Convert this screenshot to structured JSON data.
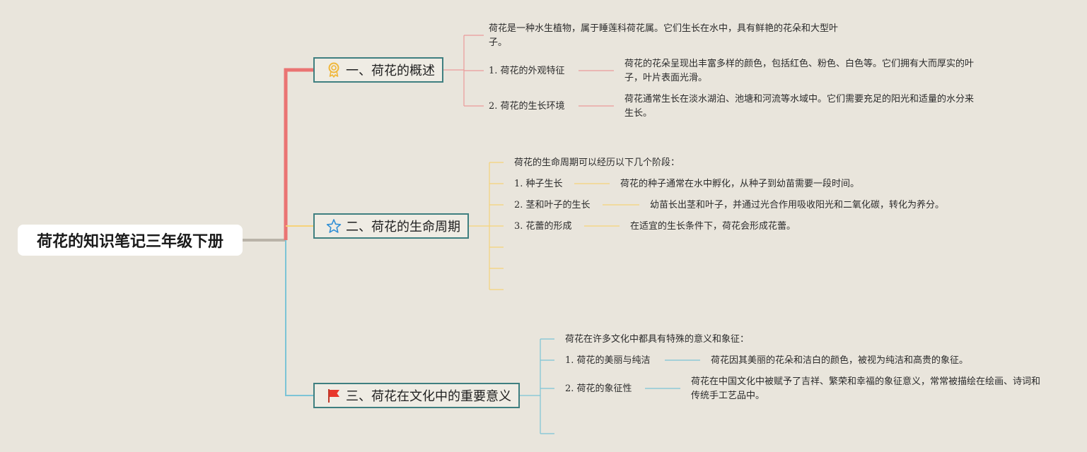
{
  "root": {
    "title": "荷花的知识笔记三年级下册"
  },
  "branches": [
    {
      "title": "一、荷花的概述",
      "icon": "award-ribbon-icon",
      "color": "#ea7473",
      "intro": "荷花是一种水生植物，属于睡莲科荷花属。它们生长在水中，具有鲜艳的花朵和大型叶子。",
      "items": [
        {
          "label": "1. 荷花的外观特征",
          "detail": "荷花的花朵呈现出丰富多样的颜色，包括红色、粉色、白色等。它们拥有大而厚实的叶子，叶片表面光滑。"
        },
        {
          "label": "2. 荷花的生长环境",
          "detail": "荷花通常生长在淡水湖泊、池塘和河流等水域中。它们需要充足的阳光和适量的水分来生长。"
        }
      ]
    },
    {
      "title": "二、荷花的生命周期",
      "icon": "star-icon",
      "color": "#f6d37a",
      "intro": "荷花的生命周期可以经历以下几个阶段：",
      "items": [
        {
          "label": "1. 种子生长",
          "detail": "荷花的种子通常在水中孵化，从种子到幼苗需要一段时间。"
        },
        {
          "label": "2. 茎和叶子的生长",
          "detail": "幼苗长出茎和叶子，并通过光合作用吸收阳光和二氧化碳，转化为养分。"
        },
        {
          "label": "3. 花蕾的形成",
          "detail": "在适宜的生长条件下，荷花会形成花蕾。"
        }
      ]
    },
    {
      "title": "三、荷花在文化中的重要意义",
      "icon": "red-flag-icon",
      "color": "#7cc4d6",
      "intro": "荷花在许多文化中都具有特殊的意义和象征：",
      "items": [
        {
          "label": "1. 荷花的美丽与纯洁",
          "detail": "荷花因其美丽的花朵和洁白的颜色，被视为纯洁和高贵的象征。"
        },
        {
          "label": "2. 荷花的象征性",
          "detail": "荷花在中国文化中被赋予了吉祥、繁荣和幸福的象征意义，常常被描绘在绘画、诗词和传统手工艺品中。"
        }
      ]
    }
  ]
}
